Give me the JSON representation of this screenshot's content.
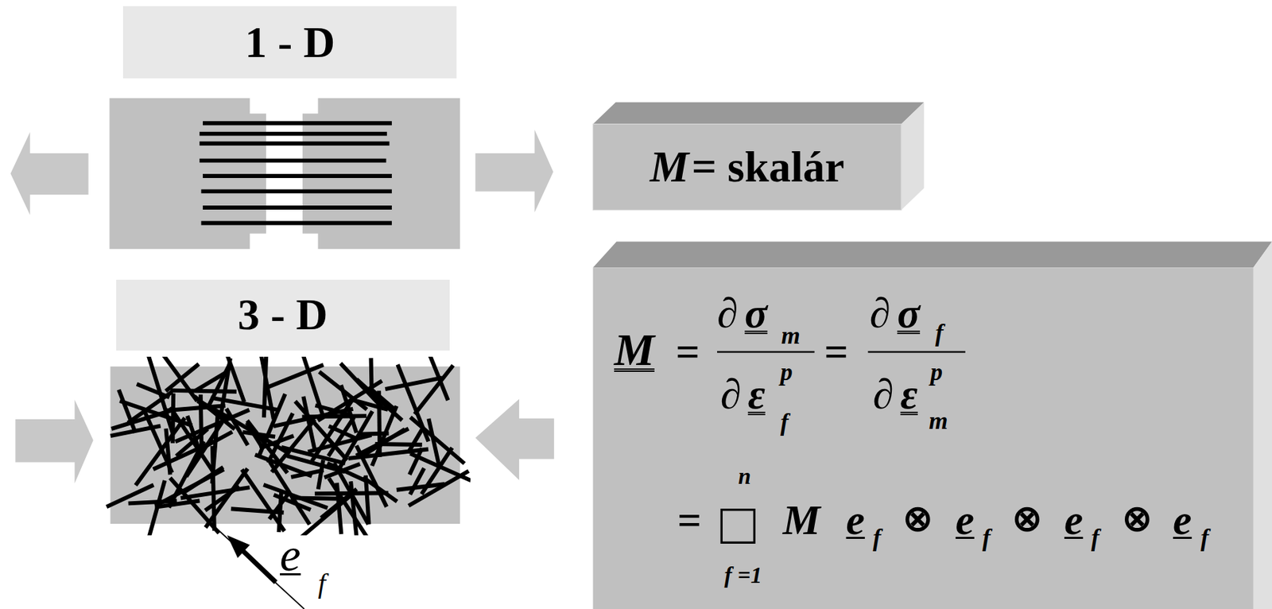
{
  "diagram": {
    "nodes": [
      {
        "text": [
          "1 - D"
        ]
      },
      {
        "text": [
          "M",
          "= skalár"
        ]
      },
      {
        "text": [
          "3 - D"
        ]
      },
      {
        "text": [
          "M",
          "=",
          "∂",
          "σ",
          "m",
          "∂",
          "ε",
          "p",
          "f",
          "=",
          "∂",
          "σ",
          "f",
          "∂",
          "ε",
          "p",
          "m",
          "=",
          "n",
          "□",
          "f =1",
          "M",
          "e",
          "f",
          "⊗",
          "e",
          "f",
          "⊗",
          "e",
          "f",
          "⊗",
          "e",
          "f"
        ]
      }
    ],
    "edges": [],
    "labels": [
      "e",
      "f"
    ]
  }
}
